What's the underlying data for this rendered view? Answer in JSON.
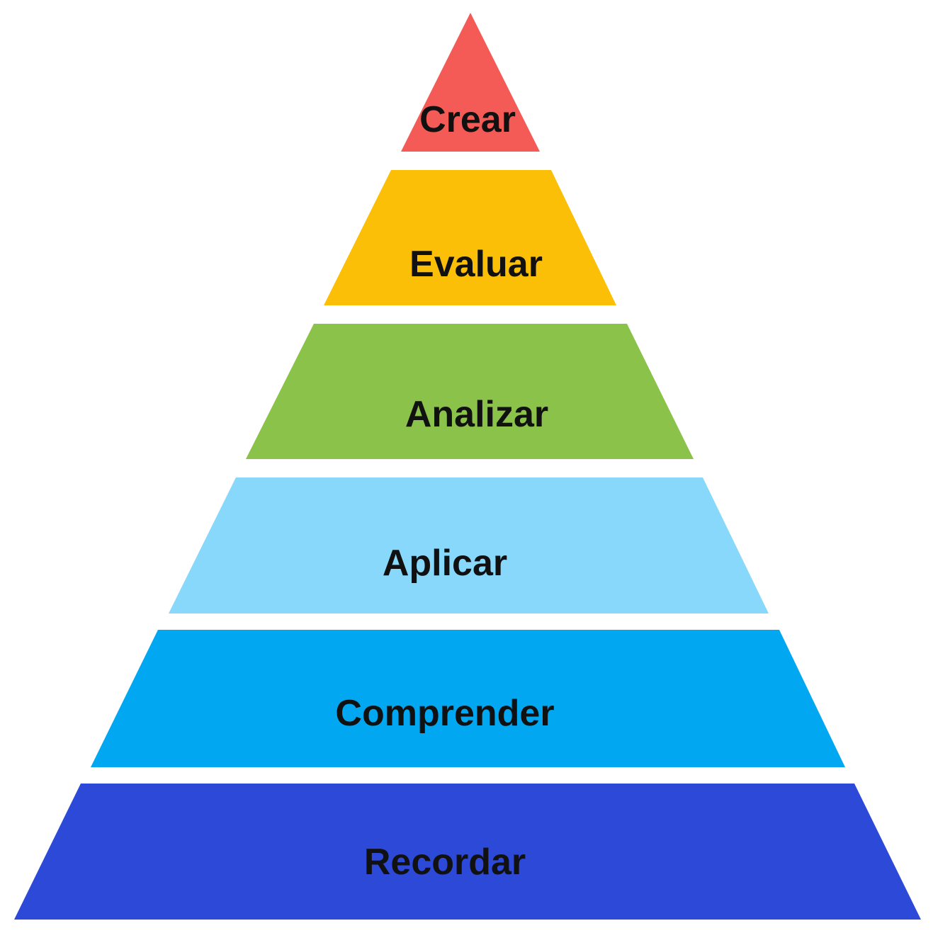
{
  "levels": [
    {
      "id": "crear",
      "label": "Crear",
      "color": "#f45b56"
    },
    {
      "id": "evaluar",
      "label": "Evaluar",
      "color": "#fcbf07"
    },
    {
      "id": "analizar",
      "label": "Analizar",
      "color": "#8bc249"
    },
    {
      "id": "aplicar",
      "label": "Aplicar",
      "color": "#87d8fb"
    },
    {
      "id": "comprender",
      "label": "Comprender",
      "color": "#01a8f1"
    },
    {
      "id": "recordar",
      "label": "Recordar",
      "color": "#2d49d8"
    }
  ]
}
